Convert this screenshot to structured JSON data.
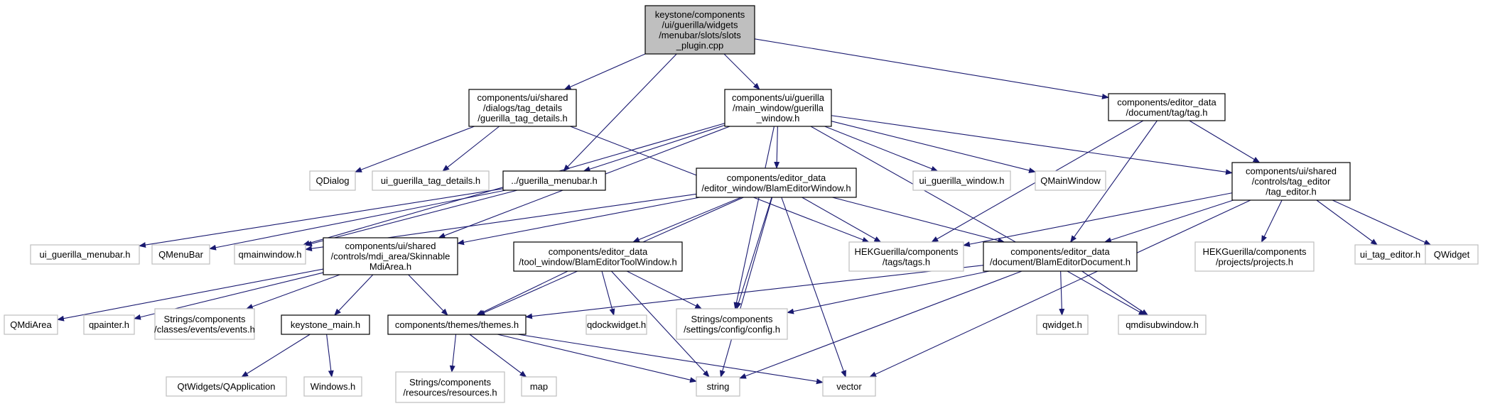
{
  "colors": {
    "edge": "#191970",
    "root_fill": "#bfbfbf",
    "node_border": "#000000",
    "external_border": "#bfbfbf",
    "fill": "#ffffff",
    "text": "#000000"
  },
  "nodes": [
    {
      "id": "root",
      "kind": "root",
      "lines": [
        "keystone/components",
        "/ui/guerilla/widgets",
        "/menubar/slots/slots",
        "_plugin.cpp"
      ]
    },
    {
      "id": "tag_details",
      "kind": "internal",
      "lines": [
        "components/ui/shared",
        "/dialogs/tag_details",
        "/guerilla_tag_details.h"
      ]
    },
    {
      "id": "guerilla_window",
      "kind": "internal",
      "lines": [
        "components/ui/guerilla",
        "/main_window/guerilla",
        "_window.h"
      ]
    },
    {
      "id": "tag",
      "kind": "internal",
      "lines": [
        "components/editor_data",
        "/document/tag/tag.h"
      ]
    },
    {
      "id": "qdialog",
      "kind": "external",
      "lines": [
        "QDialog"
      ]
    },
    {
      "id": "ui_tag_details",
      "kind": "external",
      "lines": [
        "ui_guerilla_tag_details.h"
      ]
    },
    {
      "id": "menubar",
      "kind": "internal",
      "lines": [
        "../guerilla_menubar.h"
      ]
    },
    {
      "id": "blam_window",
      "kind": "internal",
      "lines": [
        "components/editor_data",
        "/editor_window/BlamEditorWindow.h"
      ]
    },
    {
      "id": "ui_guerilla_window",
      "kind": "external",
      "lines": [
        "ui_guerilla_window.h"
      ]
    },
    {
      "id": "qmainwindow_cap",
      "kind": "external",
      "lines": [
        "QMainWindow"
      ]
    },
    {
      "id": "tag_editor",
      "kind": "internal",
      "lines": [
        "components/ui/shared",
        "/controls/tag_editor",
        "/tag_editor.h"
      ]
    },
    {
      "id": "ui_menubar",
      "kind": "external",
      "lines": [
        "ui_guerilla_menubar.h"
      ]
    },
    {
      "id": "qmenubar",
      "kind": "external",
      "lines": [
        "QMenuBar"
      ]
    },
    {
      "id": "qmainwindow_h",
      "kind": "external",
      "lines": [
        "qmainwindow.h"
      ]
    },
    {
      "id": "mdi_area",
      "kind": "internal",
      "lines": [
        "components/ui/shared",
        "/controls/mdi_area/Skinnable",
        "MdiArea.h"
      ]
    },
    {
      "id": "tool_window",
      "kind": "internal",
      "lines": [
        "components/editor_data",
        "/tool_window/BlamEditorToolWindow.h"
      ]
    },
    {
      "id": "tags_h",
      "kind": "external",
      "lines": [
        "HEKGuerilla/components",
        "/tags/tags.h"
      ]
    },
    {
      "id": "blam_document",
      "kind": "internal",
      "lines": [
        "components/editor_data",
        "/document/BlamEditorDocument.h"
      ]
    },
    {
      "id": "projects_h",
      "kind": "external",
      "lines": [
        "HEKGuerilla/components",
        "/projects/projects.h"
      ]
    },
    {
      "id": "ui_tag_editor",
      "kind": "external",
      "lines": [
        "ui_tag_editor.h"
      ]
    },
    {
      "id": "qwidget_cap",
      "kind": "external",
      "lines": [
        "QWidget"
      ]
    },
    {
      "id": "qmdiarea",
      "kind": "external",
      "lines": [
        "QMdiArea"
      ]
    },
    {
      "id": "qpainter",
      "kind": "external",
      "lines": [
        "qpainter.h"
      ]
    },
    {
      "id": "events_h",
      "kind": "external",
      "lines": [
        "Strings/components",
        "/classes/events/events.h"
      ]
    },
    {
      "id": "keystone_main",
      "kind": "internal",
      "lines": [
        "keystone_main.h"
      ]
    },
    {
      "id": "themes",
      "kind": "internal",
      "lines": [
        "components/themes/themes.h"
      ]
    },
    {
      "id": "qdockwidget",
      "kind": "external",
      "lines": [
        "qdockwidget.h"
      ]
    },
    {
      "id": "config_h",
      "kind": "external",
      "lines": [
        "Strings/components",
        "/settings/config/config.h"
      ]
    },
    {
      "id": "qwidget_h",
      "kind": "external",
      "lines": [
        "qwidget.h"
      ]
    },
    {
      "id": "qmdisubwindow",
      "kind": "external",
      "lines": [
        "qmdisubwindow.h"
      ]
    },
    {
      "id": "qapplication",
      "kind": "external",
      "lines": [
        "QtWidgets/QApplication"
      ]
    },
    {
      "id": "windows_h",
      "kind": "external",
      "lines": [
        "Windows.h"
      ]
    },
    {
      "id": "resources_h",
      "kind": "external",
      "lines": [
        "Strings/components",
        "/resources/resources.h"
      ]
    },
    {
      "id": "map",
      "kind": "external",
      "lines": [
        "map"
      ]
    },
    {
      "id": "string",
      "kind": "external",
      "lines": [
        "string"
      ]
    },
    {
      "id": "vector",
      "kind": "external",
      "lines": [
        "vector"
      ]
    }
  ],
  "edges": [
    [
      "root",
      "tag_details"
    ],
    [
      "root",
      "menubar"
    ],
    [
      "root",
      "guerilla_window"
    ],
    [
      "root",
      "tag"
    ],
    [
      "tag_details",
      "qdialog"
    ],
    [
      "tag_details",
      "ui_tag_details"
    ],
    [
      "tag_details",
      "tags_h"
    ],
    [
      "guerilla_window",
      "menubar"
    ],
    [
      "guerilla_window",
      "blam_window"
    ],
    [
      "guerilla_window",
      "ui_guerilla_window"
    ],
    [
      "guerilla_window",
      "qmainwindow_cap"
    ],
    [
      "guerilla_window",
      "tag_editor"
    ],
    [
      "guerilla_window",
      "qmainwindow_h"
    ],
    [
      "guerilla_window",
      "mdi_area"
    ],
    [
      "guerilla_window",
      "config_h"
    ],
    [
      "guerilla_window",
      "qmdisubwindow"
    ],
    [
      "tag",
      "tag_editor"
    ],
    [
      "tag",
      "tags_h"
    ],
    [
      "tag",
      "blam_document"
    ],
    [
      "menubar",
      "ui_menubar"
    ],
    [
      "menubar",
      "qmenubar"
    ],
    [
      "menubar",
      "qmainwindow_h"
    ],
    [
      "blam_window",
      "mdi_area"
    ],
    [
      "blam_window",
      "tool_window"
    ],
    [
      "blam_window",
      "tags_h"
    ],
    [
      "blam_window",
      "blam_document"
    ],
    [
      "blam_window",
      "themes"
    ],
    [
      "blam_window",
      "config_h"
    ],
    [
      "blam_window",
      "string"
    ],
    [
      "blam_window",
      "vector"
    ],
    [
      "blam_window",
      "qmainwindow_h"
    ],
    [
      "tag_editor",
      "tags_h"
    ],
    [
      "tag_editor",
      "blam_document"
    ],
    [
      "tag_editor",
      "projects_h"
    ],
    [
      "tag_editor",
      "ui_tag_editor"
    ],
    [
      "tag_editor",
      "qwidget_cap"
    ],
    [
      "tag_editor",
      "vector"
    ],
    [
      "mdi_area",
      "qmdiarea"
    ],
    [
      "mdi_area",
      "qpainter"
    ],
    [
      "mdi_area",
      "events_h"
    ],
    [
      "mdi_area",
      "keystone_main"
    ],
    [
      "mdi_area",
      "themes"
    ],
    [
      "tool_window",
      "themes"
    ],
    [
      "tool_window",
      "qdockwidget"
    ],
    [
      "tool_window",
      "config_h"
    ],
    [
      "tool_window",
      "string"
    ],
    [
      "blam_document",
      "themes"
    ],
    [
      "blam_document",
      "config_h"
    ],
    [
      "blam_document",
      "qwidget_h"
    ],
    [
      "blam_document",
      "qmdisubwindow"
    ],
    [
      "blam_document",
      "string"
    ],
    [
      "keystone_main",
      "qapplication"
    ],
    [
      "keystone_main",
      "windows_h"
    ],
    [
      "themes",
      "resources_h"
    ],
    [
      "themes",
      "map"
    ],
    [
      "themes",
      "string"
    ],
    [
      "themes",
      "vector"
    ]
  ]
}
